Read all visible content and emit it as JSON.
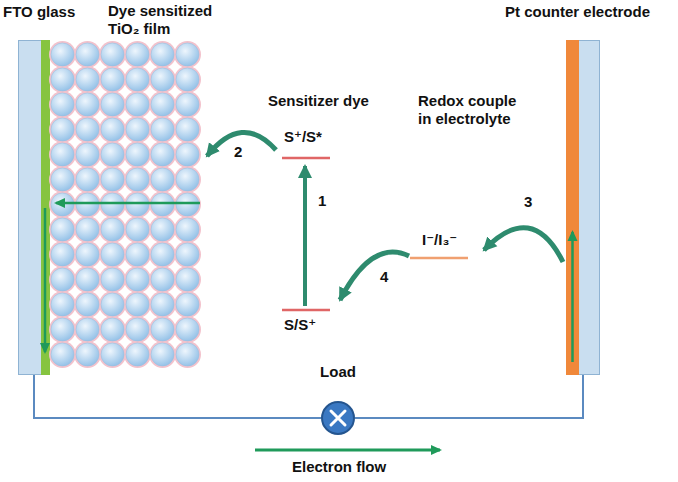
{
  "diagram": {
    "nodes": [
      {
        "text": [
          "FTO glass"
        ]
      },
      {
        "text": [
          "Dye sensitized TiO₂ film"
        ]
      },
      {
        "text": [
          "Pt counter electrode"
        ]
      },
      {
        "text": [
          "Load"
        ]
      }
    ],
    "edges": [
      {
        "from": 0,
        "to": 3,
        "arrow": "none"
      },
      {
        "from": 3,
        "to": 2,
        "arrow": "none"
      }
    ],
    "labels": [
      "Sensitizer dye",
      "S⁺/S*",
      "1",
      "2",
      "S/S⁺",
      "Redox couple in electrolyte",
      "I⁻/I₃⁻",
      "3",
      "4",
      "Electron flow"
    ]
  }
}
